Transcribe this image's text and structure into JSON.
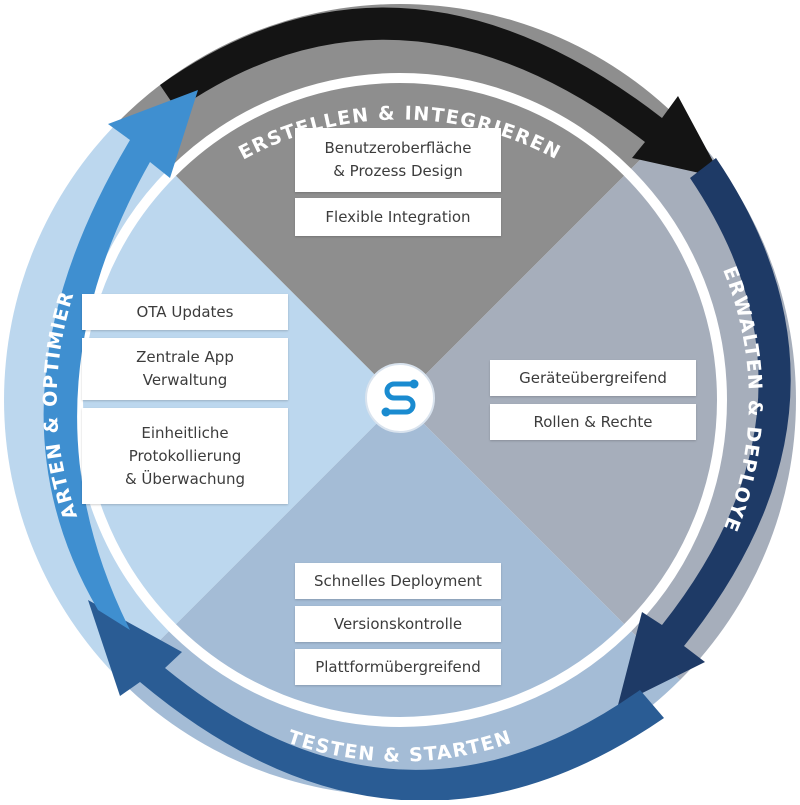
{
  "phases": {
    "top": {
      "label": "ERSTELLEN & INTEGRIEREN",
      "color": "#8e8e8e",
      "arrow_color": "#141414",
      "items": [
        "Benutzeroberfläche\n& Prozess Design",
        "Flexible Integration"
      ]
    },
    "right": {
      "label": "VERWALTEN & DEPLOYEN",
      "color": "#a6aebb",
      "arrow_color": "#1e3a66",
      "items": [
        "Geräteübergreifend",
        "Rollen & Rechte"
      ]
    },
    "bottom": {
      "label": "TESTEN & STARTEN",
      "color": "#a4bcd6",
      "arrow_color": "#2a5c94",
      "items": [
        "Schnelles Deployment",
        "Versionskontrolle",
        "Plattformübergreifend"
      ]
    },
    "left": {
      "label": "WARTEN & OPTIMIEREN",
      "color": "#bcd7ee",
      "arrow_color": "#3f8fd0",
      "items": [
        "OTA Updates",
        "Zentrale App\nVerwaltung",
        "Einheitliche\nProtokollierung\n& Überwachung"
      ]
    }
  },
  "center": {
    "icon": "connector-s-icon",
    "color": "#1a8bd0"
  }
}
